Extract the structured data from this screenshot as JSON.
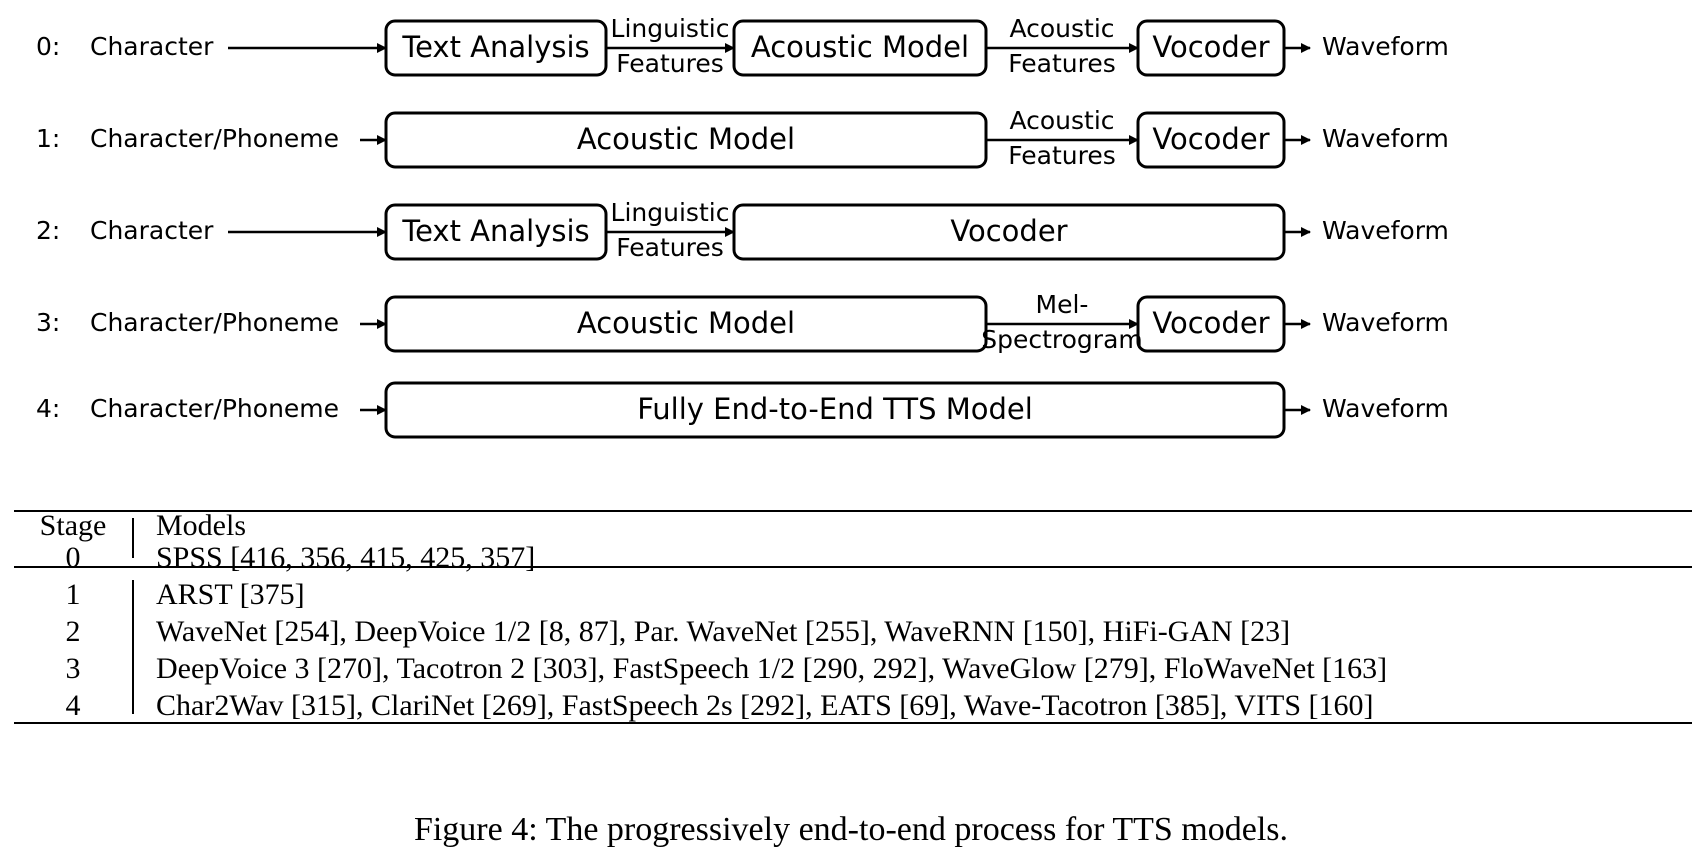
{
  "pipelines": [
    {
      "index": "0:",
      "input": "Character",
      "boxes": [
        "Text Analysis",
        "Acoustic Model",
        "Vocoder"
      ],
      "edge_labels": [
        [
          "Linguistic",
          "Features"
        ],
        [
          "Acoustic",
          "Features"
        ]
      ],
      "output": "Waveform"
    },
    {
      "index": "1:",
      "input": "Character/Phoneme",
      "boxes": [
        "Acoustic Model",
        "Vocoder"
      ],
      "edge_labels": [
        [
          "Acoustic",
          "Features"
        ]
      ],
      "output": "Waveform"
    },
    {
      "index": "2:",
      "input": "Character",
      "boxes": [
        "Text Analysis",
        "Vocoder"
      ],
      "edge_labels": [
        [
          "Linguistic",
          "Features"
        ]
      ],
      "output": "Waveform"
    },
    {
      "index": "3:",
      "input": "Character/Phoneme",
      "boxes": [
        "Acoustic Model",
        "Vocoder"
      ],
      "edge_labels": [
        [
          "Mel-",
          "Spectrogram"
        ]
      ],
      "output": "Waveform"
    },
    {
      "index": "4:",
      "input": "Character/Phoneme",
      "boxes": [
        "Fully End-to-End TTS Model"
      ],
      "edge_labels": [],
      "output": "Waveform"
    }
  ],
  "table": {
    "headers": [
      "Stage",
      "Models"
    ],
    "rows": [
      {
        "stage": "0",
        "models": "SPSS [416, 356, 415, 425, 357]"
      },
      {
        "stage": "1",
        "models": "ARST [375]"
      },
      {
        "stage": "2",
        "models": "WaveNet [254], DeepVoice 1/2 [8, 87], Par. WaveNet [255], WaveRNN [150], HiFi-GAN [23]"
      },
      {
        "stage": "3",
        "models": "DeepVoice 3 [270], Tacotron 2 [303], FastSpeech 1/2 [290, 292], WaveGlow [279], FloWaveNet [163]"
      },
      {
        "stage": "4",
        "models": "Char2Wav [315], ClariNet [269], FastSpeech 2s [292], EATS [69], Wave-Tacotron [385], VITS [160]"
      }
    ]
  },
  "caption": "Figure 4: The progressively end-to-end process for TTS models."
}
